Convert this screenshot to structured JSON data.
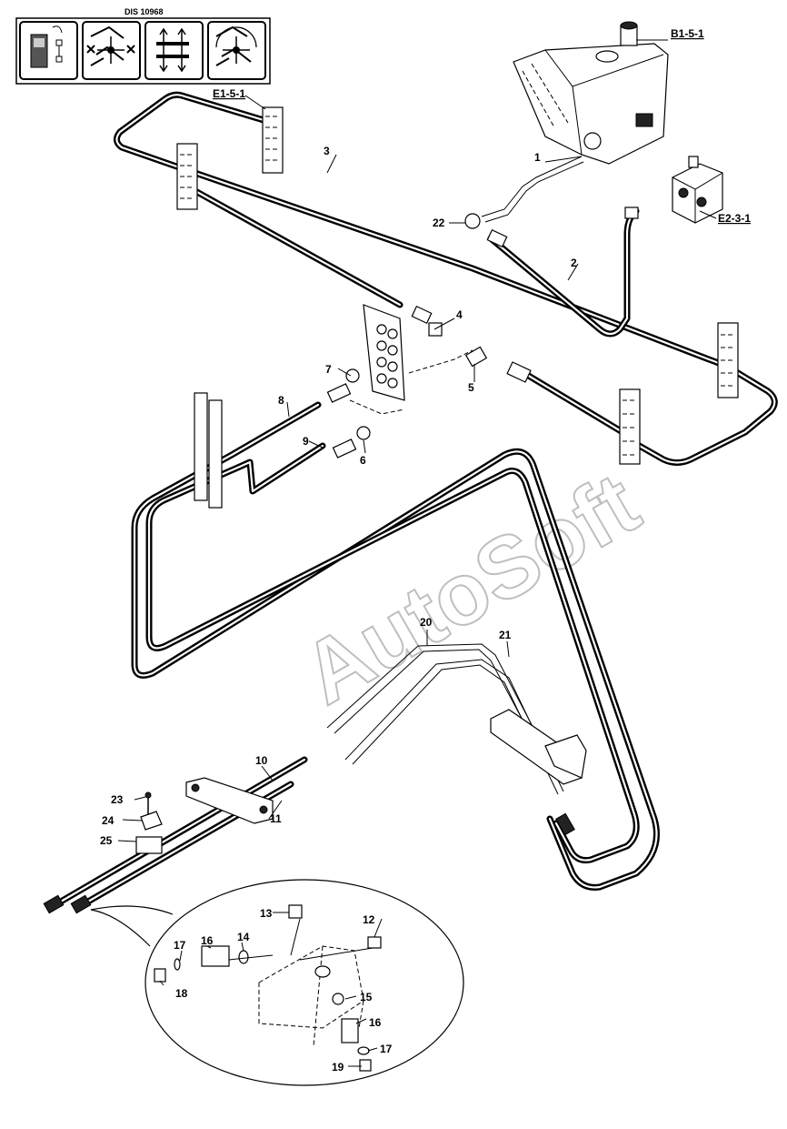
{
  "header": {
    "dis_code": "DIS 10968",
    "icons": [
      "control-unit-icon",
      "machine-moves-icon",
      "hydraulic-arrows-icon",
      "machine-rotation-icon"
    ]
  },
  "references": {
    "b1": "B1-5-1",
    "e1": "E1-5-1",
    "e2": "E2-3-1"
  },
  "callouts": {
    "c1": "1",
    "c2": "2",
    "c3": "3",
    "c4": "4",
    "c5": "5",
    "c6": "6",
    "c7": "7",
    "c8": "8",
    "c9": "9",
    "c10": "10",
    "c11": "11",
    "c12": "12",
    "c13": "13",
    "c14": "14",
    "c15": "15",
    "c16a": "16",
    "c16b": "16",
    "c17a": "17",
    "c17b": "17",
    "c18": "18",
    "c19": "19",
    "c20": "20",
    "c21": "21",
    "c22": "22",
    "c23": "23",
    "c24": "24",
    "c25": "25"
  },
  "watermark": "AutoSoft"
}
